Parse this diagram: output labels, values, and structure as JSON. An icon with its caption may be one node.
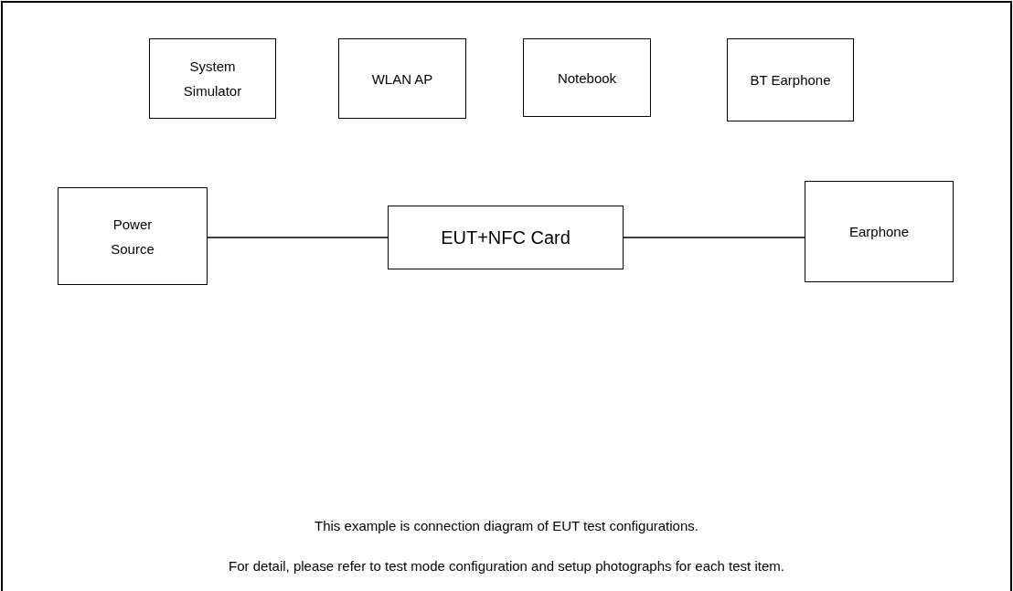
{
  "diagram": {
    "nodes": [
      {
        "text": [
          "System Simulator"
        ]
      },
      {
        "text": [
          "WLAN AP"
        ]
      },
      {
        "text": [
          "Notebook"
        ]
      },
      {
        "text": [
          "BT Earphone"
        ]
      },
      {
        "text": [
          "Power Source"
        ]
      },
      {
        "text": [
          "EUT+NFC Card"
        ]
      },
      {
        "text": [
          "Earphone"
        ]
      }
    ],
    "edges": [
      {
        "from": 4,
        "to": 5,
        "arrow": "none"
      },
      {
        "from": 5,
        "to": 6,
        "arrow": "none"
      }
    ],
    "labels": [
      "This example is connection diagram of EUT test configurations.",
      "For detail, please refer to test mode configuration and setup photographs for each test item."
    ]
  }
}
